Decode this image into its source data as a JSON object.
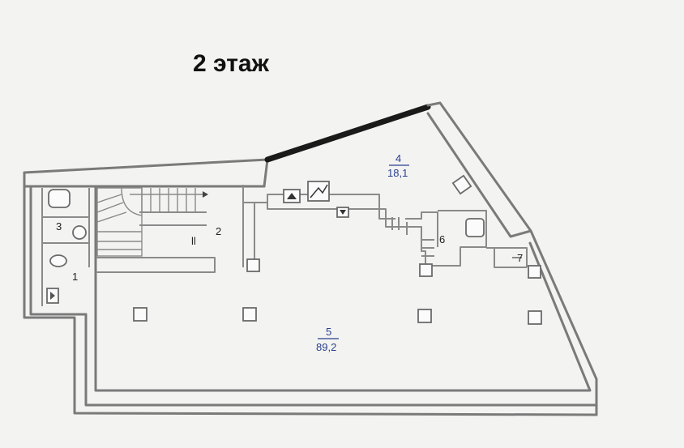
{
  "title": "2 этаж",
  "rooms": {
    "r1": {
      "number": "1"
    },
    "r2": {
      "number": "2",
      "mark": "ll"
    },
    "r3": {
      "number": "3"
    },
    "r4": {
      "number": "4",
      "area": "18,1"
    },
    "r5": {
      "number": "5",
      "area": "89,2"
    },
    "r6": {
      "number": "6"
    },
    "r7": {
      "number": "7"
    }
  },
  "colors": {
    "wall": "#7a7a7a",
    "bold_wall": "#1a1a1a",
    "area_text": "#2a3f8f",
    "background": "#f3f3f1"
  }
}
